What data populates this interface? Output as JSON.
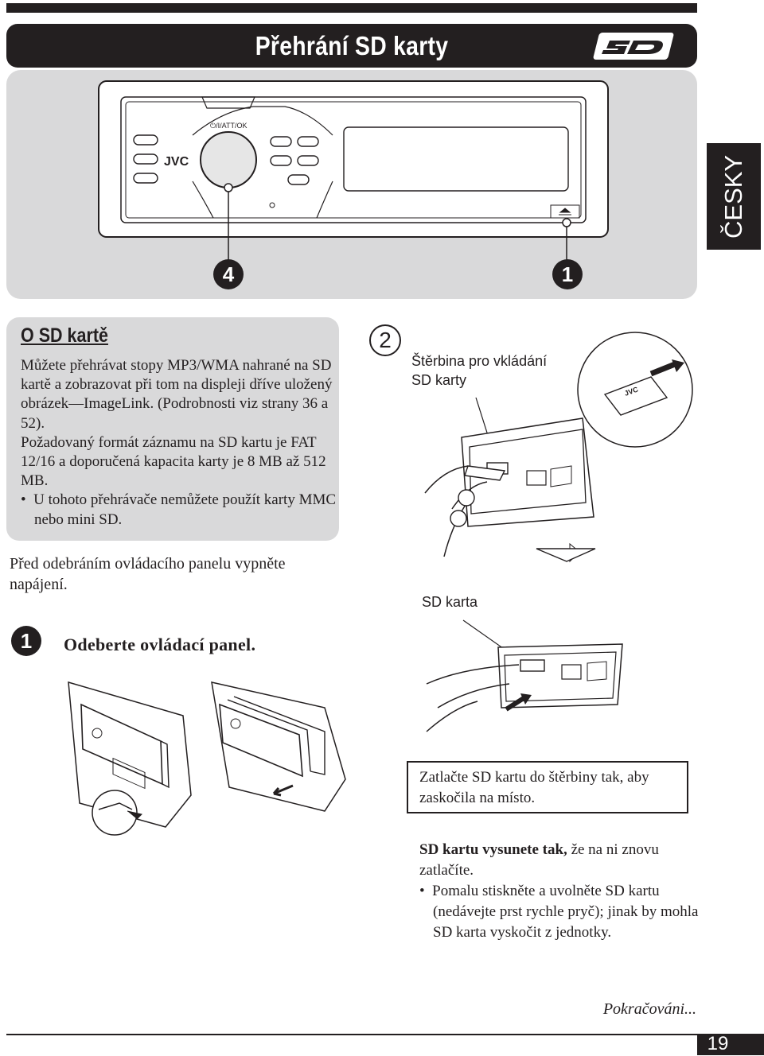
{
  "header": {
    "title": "Přehrání SD karty",
    "logo": "SD"
  },
  "language_tab": "ČESKY",
  "device": {
    "button_label": "⏻/I/ATT/OK",
    "brand": "JVC",
    "callouts": [
      "4",
      "1"
    ]
  },
  "about_sd": {
    "heading": "O SD kartě",
    "paragraph1": "Můžete přehrávat stopy MP3/WMA nahrané na SD kartě a zobrazovat při tom na displeji dříve uložený obrázek—ImageLink. (Podrobnosti viz strany 36 a 52).",
    "paragraph2": "Požadovaný formát záznamu na SD kartu je FAT 12/16 a doporučená kapacita karty je 8 MB až 512 MB.",
    "bullet": "U tohoto přehrávače nemůžete použít karty MMC nebo mini SD."
  },
  "warning": "Před odebráním ovládacího panelu vypněte napájení.",
  "step1": {
    "number": "1",
    "text": "Odeberte ovládací panel."
  },
  "step2": {
    "number": "2",
    "slot_label": "Štěrbina pro vkládání SD karty",
    "card_label": "SD karta"
  },
  "push_note": "Zatlačte SD kartu do štěrbiny tak, aby zaskočila na místo.",
  "eject": {
    "bold": "SD kartu vysunete tak,",
    "rest": " že na ni znovu zatlačíte.",
    "bullet": "Pomalu stiskněte a uvolněte SD kartu (nedávejte prst rychle pryč); jinak by mohla SD karta vyskočit z jednotky."
  },
  "continued": "Pokračováni...",
  "page_number": "19",
  "colors": {
    "dark": "#231f20",
    "panel_gray": "#d9d9da"
  }
}
